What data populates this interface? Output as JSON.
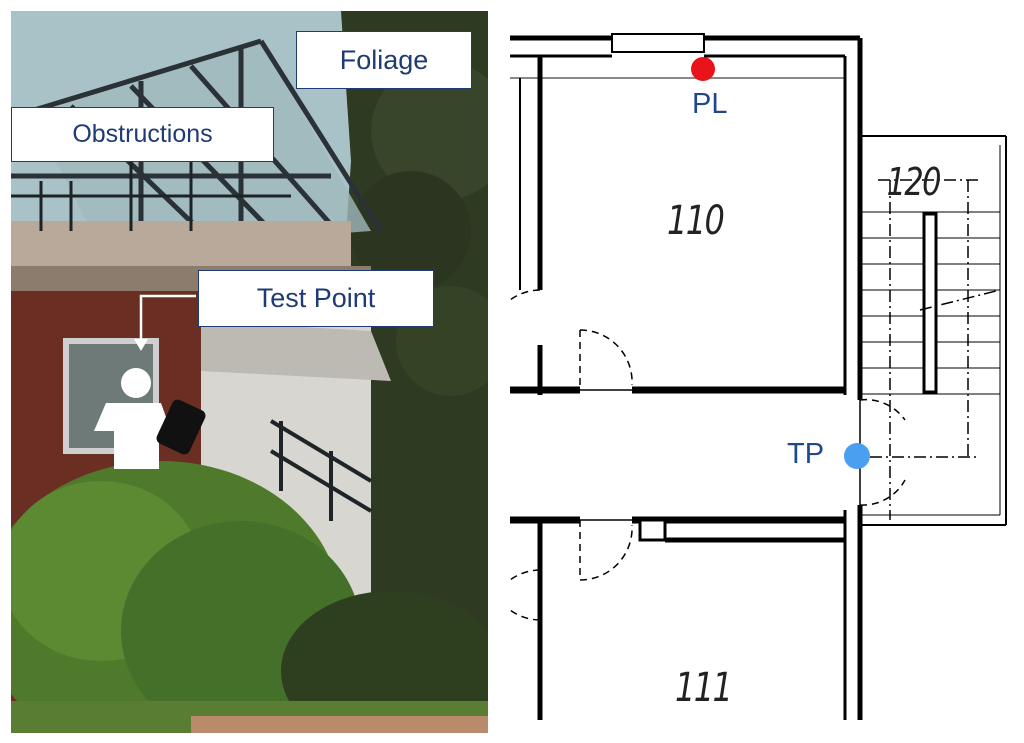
{
  "photo": {
    "callouts": {
      "foliage": "Foliage",
      "obstructions": "Obstructions",
      "test_point": "Test Point"
    }
  },
  "plan": {
    "rooms": {
      "room_110": "110",
      "room_111": "111",
      "room_120": "120"
    },
    "markers": {
      "pl": {
        "label": "PL",
        "color": "#e8141a"
      },
      "tp": {
        "label": "TP",
        "color": "#4a9ff0"
      }
    }
  },
  "colors": {
    "callout_text": "#1f3b73",
    "marker_text": "#1f4a8a"
  }
}
